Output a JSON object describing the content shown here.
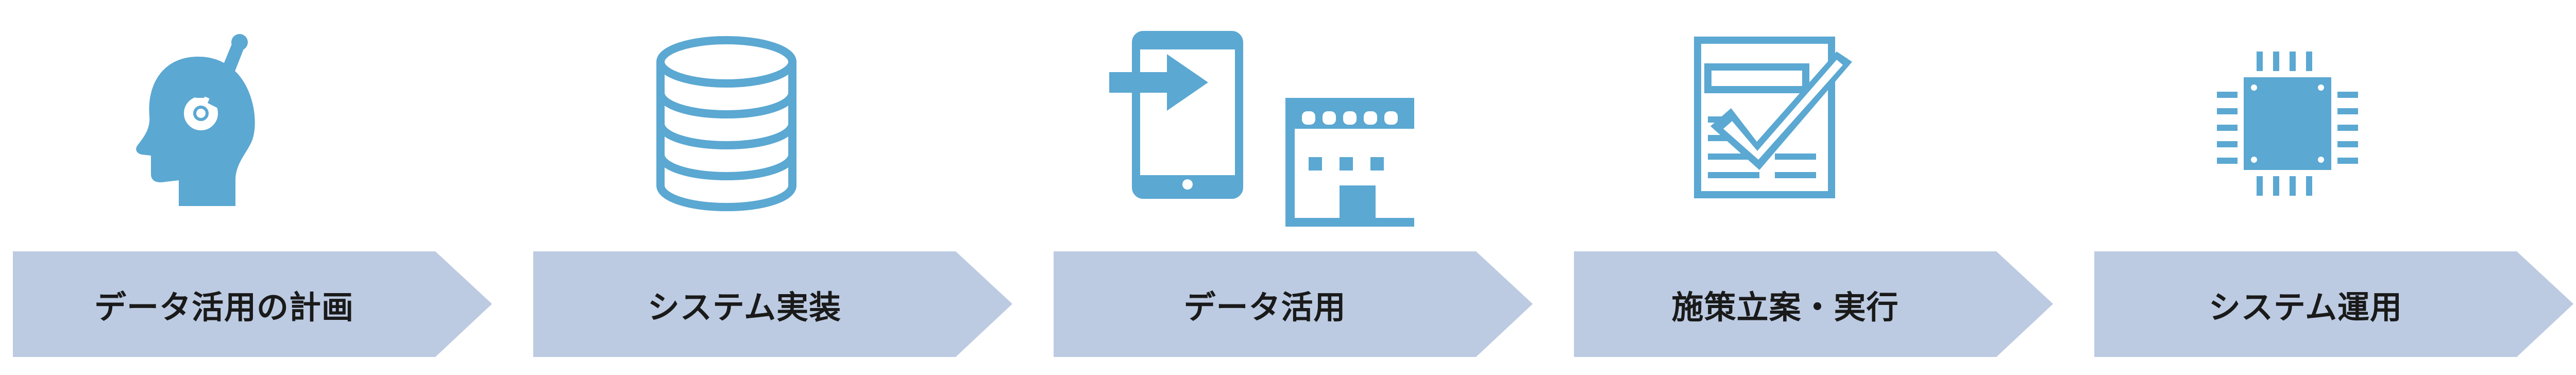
{
  "flow": {
    "colors": {
      "icon": "#5ba8d2",
      "banner": "#bccbe2",
      "label_text": "#1a1a1a"
    },
    "steps": [
      {
        "label": "データ活用の計画",
        "icon": "headset-user-icon"
      },
      {
        "label": "システム実装",
        "icon": "database-icon"
      },
      {
        "label": "データ活用",
        "icon": "tablet-to-store-icon"
      },
      {
        "label": "施策立案・実行",
        "icon": "checklist-icon"
      },
      {
        "label": "システム運用",
        "icon": "cpu-chip-icon"
      }
    ]
  }
}
